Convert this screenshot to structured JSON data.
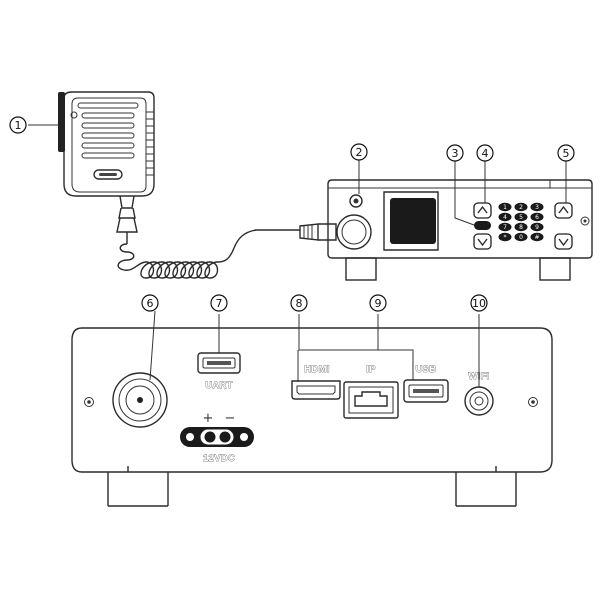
{
  "callouts": [
    "1",
    "2",
    "3",
    "4",
    "5",
    "6",
    "7",
    "8",
    "9",
    "10"
  ],
  "ports": {
    "uart": "UART",
    "hdmi": "HDMI",
    "ip": "IP",
    "usb": "USB",
    "wifi": "WIFI",
    "power": "12VDC",
    "plus": "+",
    "minus": "−"
  },
  "keypad_digits": [
    "1",
    "2",
    "3",
    "4",
    "5",
    "6",
    "7",
    "8",
    "9",
    "*",
    "0",
    "#"
  ]
}
